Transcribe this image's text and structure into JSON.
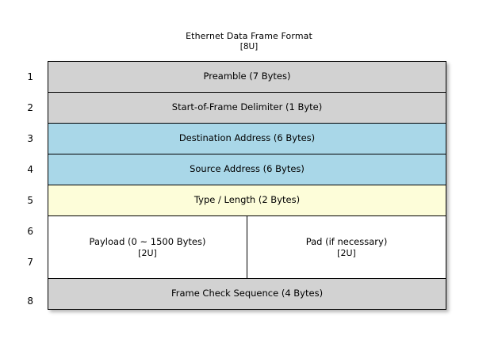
{
  "diagram": {
    "title": "Ethernet Data Frame Format",
    "title_note": "[8U]",
    "colors": {
      "gray": "#d2d2d2",
      "blue": "#a9d7e8",
      "yellow": "#fdfdd9",
      "white": "#ffffff",
      "border": "#000000",
      "background": "#ffffff"
    },
    "row_numbers": [
      "1",
      "2",
      "3",
      "4",
      "5",
      "6",
      "7",
      "8"
    ],
    "rows": [
      {
        "number": "1",
        "label": "Preamble (7 Bytes)",
        "fill": "gray",
        "span": 1
      },
      {
        "number": "2",
        "label": "Start-of-Frame Delimiter (1 Byte)",
        "fill": "gray",
        "span": 1
      },
      {
        "number": "3",
        "label": "Destination Address (6 Bytes)",
        "fill": "blue",
        "span": 1
      },
      {
        "number": "4",
        "label": "Source Address (6 Bytes)",
        "fill": "blue",
        "span": 1
      },
      {
        "number": "5",
        "label": "Type / Length (2 Bytes)",
        "fill": "yellow",
        "span": 1
      },
      {
        "number": "6-7",
        "fill": "white",
        "span": 2,
        "split": true,
        "left_label": "Payload (0 ~ 1500 Bytes)",
        "left_note": "[2U]",
        "right_label": "Pad (if necessary)",
        "right_note": "[2U]"
      },
      {
        "number": "8",
        "label": "Frame Check Sequence (4 Bytes)",
        "fill": "gray",
        "span": 1
      }
    ],
    "payload_row": {
      "left_label": "Payload (0 ~ 1500 Bytes)",
      "left_note": "[2U]",
      "right_label": "Pad (if necessary)",
      "right_note": "[2U]"
    }
  }
}
